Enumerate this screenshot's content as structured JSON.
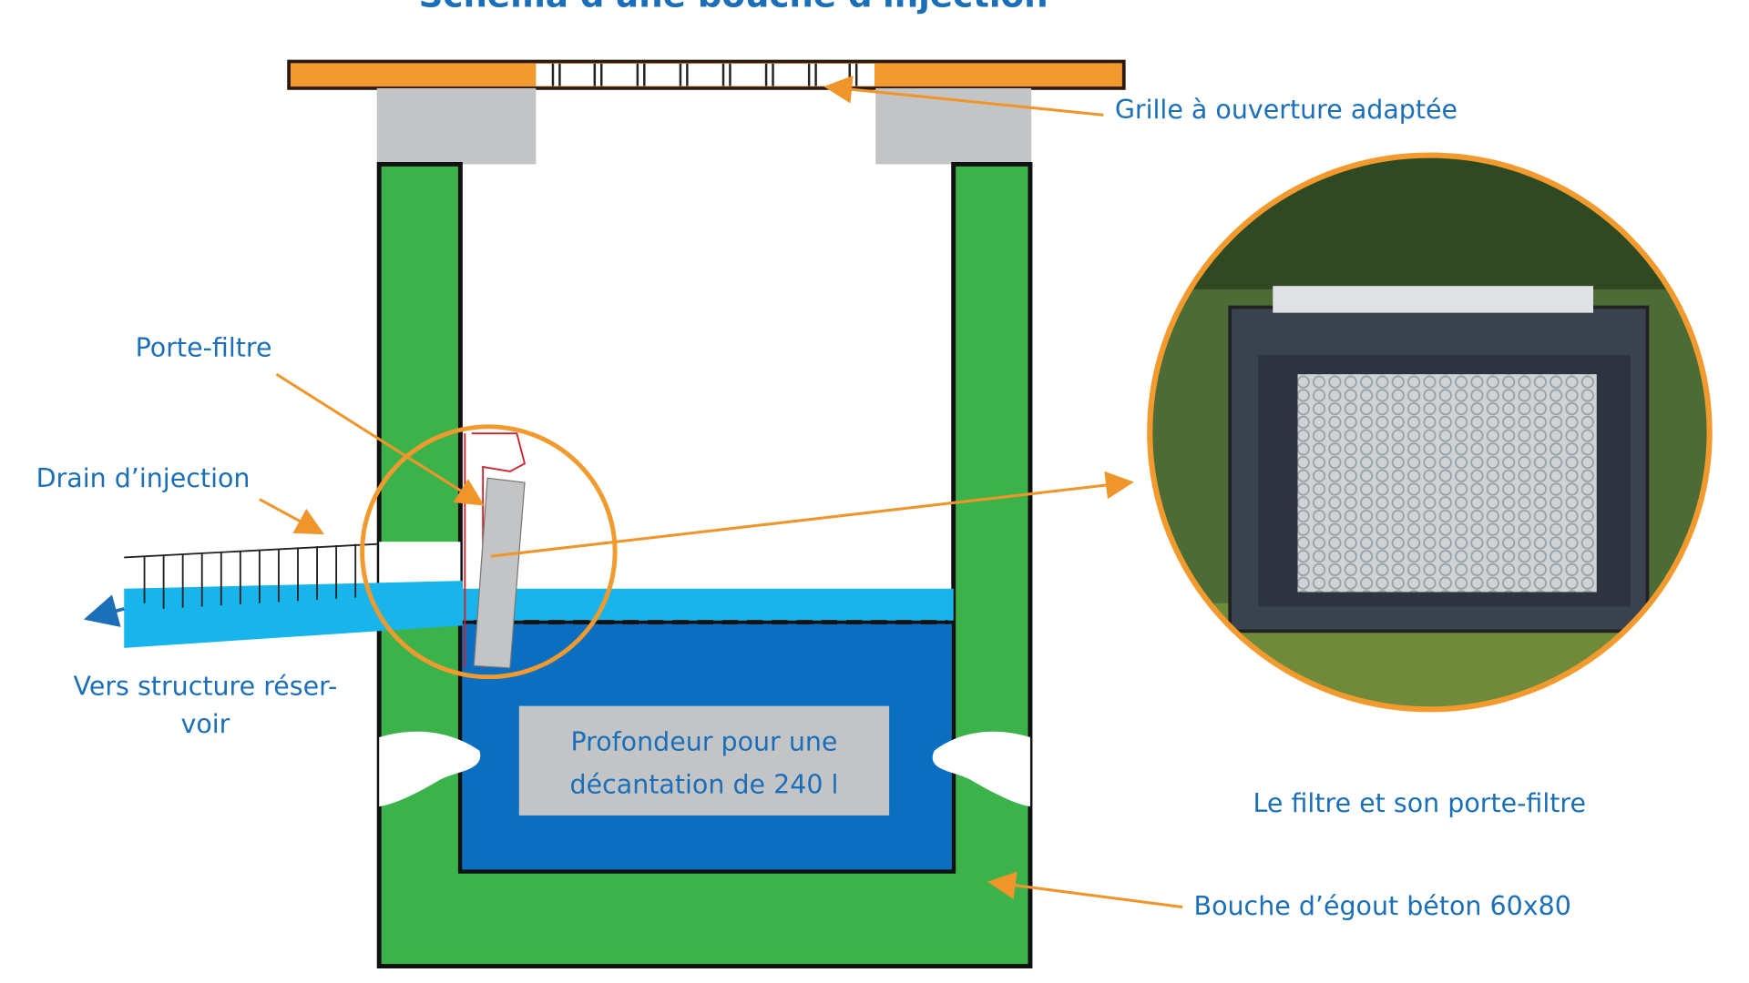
{
  "title": "Schéma d'une bouche d'injection",
  "labels": {
    "grille": "Grille à ouverture adaptée",
    "porte_filtre": "Porte-filtre",
    "drain": "Drain d’injection",
    "vers_structure_1": "Vers structure réser-",
    "vers_structure_2": "voir",
    "profondeur_1": "Profondeur pour une",
    "profondeur_2": "décantation de 240 l",
    "photo_caption": "Le filtre et son porte-filtre",
    "bouche": "Bouche d’égout béton 60x80"
  },
  "colors": {
    "orange": "#f29a2e",
    "green": "#3cb34a",
    "gray": "#c3c4c6",
    "light_blue": "#18b4ec",
    "dark_blue": "#0a6fc0",
    "text_blue": "#1b6fb8"
  }
}
